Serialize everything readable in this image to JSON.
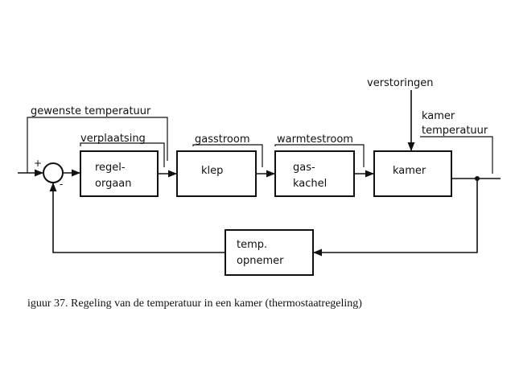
{
  "blocks": {
    "regelorgaan": [
      "regel-",
      "orgaan"
    ],
    "klep": "klep",
    "gaskachel": [
      "gas-",
      "kachel"
    ],
    "kamer": "kamer",
    "opnemer": [
      "temp.",
      "opnemer"
    ]
  },
  "signals": {
    "setpoint": "gewenste temperatuur",
    "verplaatsing": "verplaatsing",
    "gasstroom": "gasstroom",
    "warmtestroom": "warmtestroom",
    "disturbance": "verstoringen",
    "output": [
      "kamer",
      "temperatuur"
    ]
  },
  "summing": {
    "plus": "+",
    "minus": "-"
  },
  "caption": "iguur 37. Regeling van de temperatuur in een kamer (thermostaatregeling)"
}
